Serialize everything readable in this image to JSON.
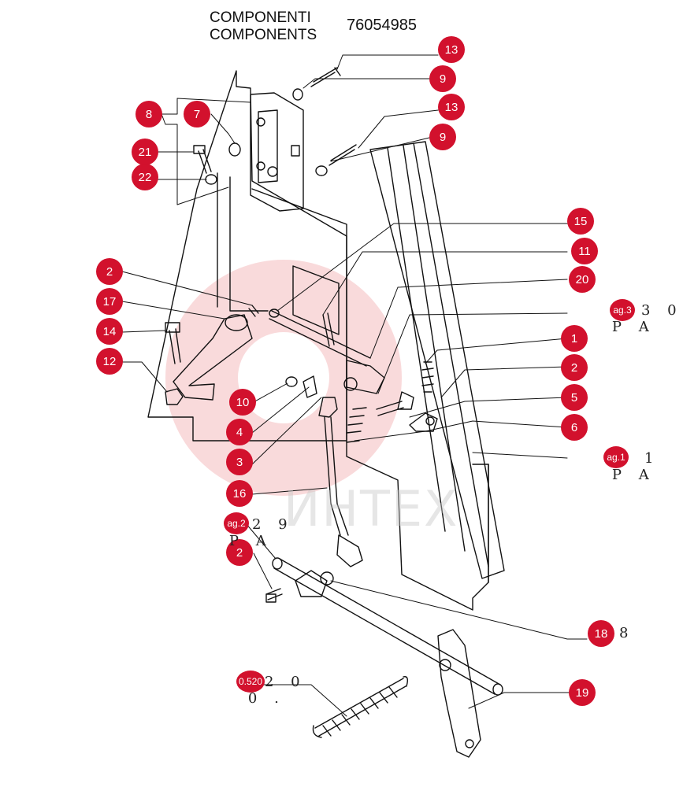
{
  "header": {
    "title_it": "COMPONENTI",
    "title_en": "COMPONENTS",
    "code": "76054985"
  },
  "watermark": "ИНТЕХ",
  "callouts": [
    {
      "id": "c13a",
      "label": "13"
    },
    {
      "id": "c9a",
      "label": "9"
    },
    {
      "id": "c13b",
      "label": "13"
    },
    {
      "id": "c9b",
      "label": "9"
    },
    {
      "id": "c8",
      "label": "8"
    },
    {
      "id": "c7",
      "label": "7"
    },
    {
      "id": "c21",
      "label": "21"
    },
    {
      "id": "c22",
      "label": "22"
    },
    {
      "id": "c15",
      "label": "15"
    },
    {
      "id": "c11",
      "label": "11"
    },
    {
      "id": "c20",
      "label": "20"
    },
    {
      "id": "c2a",
      "label": "2"
    },
    {
      "id": "c17",
      "label": "17"
    },
    {
      "id": "c14",
      "label": "14"
    },
    {
      "id": "c12",
      "label": "12"
    },
    {
      "id": "c1",
      "label": "1"
    },
    {
      "id": "c2b",
      "label": "2"
    },
    {
      "id": "c5",
      "label": "5"
    },
    {
      "id": "c6",
      "label": "6"
    },
    {
      "id": "c10",
      "label": "10"
    },
    {
      "id": "c4",
      "label": "4"
    },
    {
      "id": "c3",
      "label": "3"
    },
    {
      "id": "c16",
      "label": "16"
    },
    {
      "id": "c2c",
      "label": "2"
    },
    {
      "id": "c18",
      "label": "18"
    },
    {
      "id": "c19",
      "label": "19"
    }
  ],
  "page_refs": {
    "ref_30": {
      "prefix": "P A",
      "badge": "ag.3",
      "suffix": "3 0"
    },
    "ref_11": {
      "prefix": "P A",
      "badge": "ag.1",
      "suffix": "1"
    },
    "ref_29": {
      "prefix": "P A",
      "badge": "ag.2",
      "suffix": "2 9"
    },
    "ref_18_tail": "8",
    "spring_ref": {
      "prefix": "0 .",
      "badge": "0.520",
      "suffix": "2 0"
    }
  }
}
